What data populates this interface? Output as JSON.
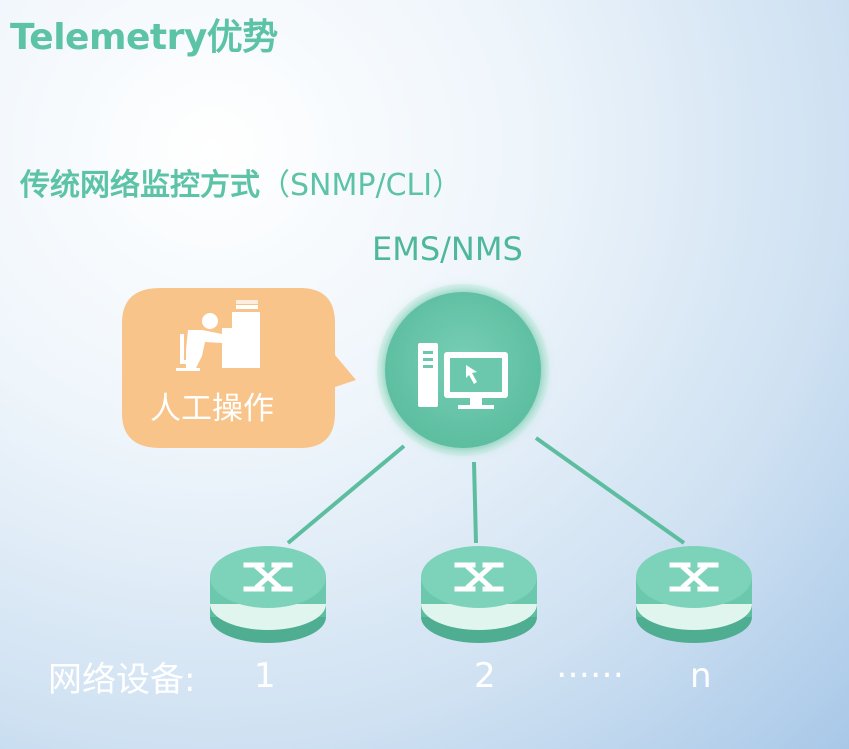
{
  "title": "Telemetry优势",
  "subtitle": {
    "main": "传统网络监控方式",
    "paren": "（SNMP/CLI）"
  },
  "server_label": "EMS/NMS",
  "bubble_label": "人工操作",
  "device_label": "网络设备:",
  "device_numbers": [
    "1",
    "2",
    "……",
    "n"
  ],
  "icons": {
    "server": "server-monitor-icon",
    "worker": "tired-worker-icon",
    "switch": "switch-arrows-icon"
  },
  "colors": {
    "accent": "#5cc3a6",
    "bubble": "#f8c48a",
    "node": "#6bc8ad"
  }
}
